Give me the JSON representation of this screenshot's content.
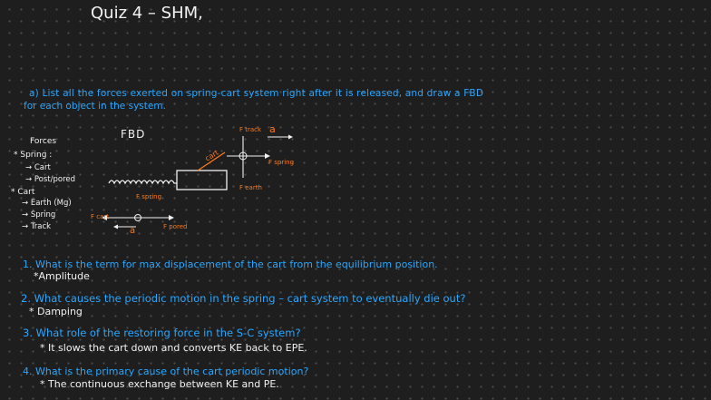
{
  "title": "Quiz 4 – SHM,",
  "prompt": {
    "line1": "a) List all the forces exerted on spring-cart system right after it is released, and draw a FBD",
    "line2": "for each object in the system."
  },
  "fbd_label": "FBD",
  "forces_list": {
    "heading": "Forces",
    "items": [
      "* Spring :",
      "→ Cart",
      "→ Post/pored",
      "* Cart",
      "→ Earth (Mg)",
      "→ Spring",
      "→ Track"
    ]
  },
  "diagram_labels": {
    "f_track": "F track",
    "a_vector": "a",
    "f_spring_right": "F spring",
    "f_earth": "F earth",
    "f_cart_on_spring": "cart",
    "f_spring_below": "F spring",
    "f_cart_left": "F cart",
    "a_left": "a",
    "f_pored": "F pored"
  },
  "questions": [
    {
      "q": "1. What is the term for max displacement of the cart from the equilibrium position.",
      "a": "*Amplitude"
    },
    {
      "q": "2. What causes the periodic motion in the spring – cart system to eventually die out?",
      "a": "* Damping"
    },
    {
      "q": "3. What role of the restoring force in the S-C system?",
      "a": "* It slows the cart down and converts KE back to EPE."
    },
    {
      "q": "4. What is the primary cause of the cart periodic motion?",
      "a": "* The continuous exchange between KE and PE."
    }
  ],
  "colors": {
    "background": "#1e1e1e",
    "text": "#f2f2f2",
    "blue": "#2aa7ff",
    "orange": "#ff7a1a"
  }
}
